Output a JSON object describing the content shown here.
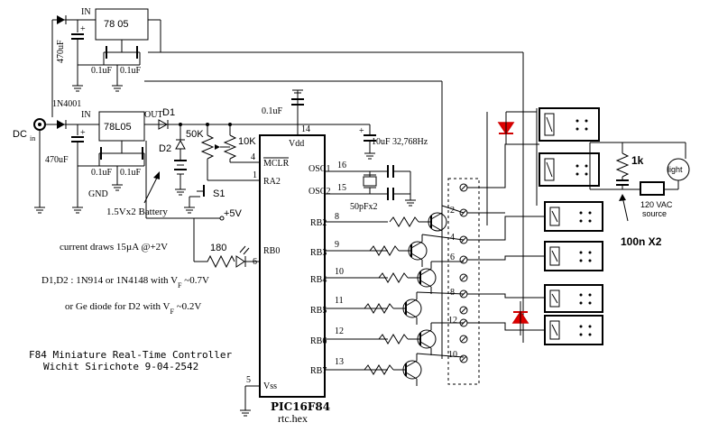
{
  "labels": {
    "reg_top": "78  05",
    "reg_bottom": "78L05",
    "in_top": "IN",
    "in_bottom": "IN",
    "out": "OUT",
    "d1": "D1",
    "d2": "D2",
    "cap_470_top": "470uF",
    "cap_470_bottom": "470uF",
    "cap_01_a": "0.1uF",
    "cap_01_b": "0.1uF",
    "cap_01_c": "0.1uF",
    "cap_01_d": "0.1uF",
    "cap_01_vdd": "0.1uF",
    "diode_1n4001": "1N4001",
    "dc_in": "DC",
    "dc_in_sub": "in",
    "gnd": "GND",
    "r50k": "50K",
    "r10k": "10K",
    "s1": "S1",
    "plus5v": "+5V",
    "r180": "180",
    "pin14": "14",
    "vdd": "Vdd",
    "pin4": "4",
    "mclr": "MCLR",
    "pin1": "1",
    "ra2": "RA2",
    "pin16": "16",
    "osc1": "OSC1",
    "pin15": "15",
    "osc2": "OSC2",
    "xtal_cap": "10uF 32,768Hz",
    "xtal_caps": "50pFx2",
    "pin8": "8",
    "rb2": "RB2",
    "pin9": "9",
    "rb3": "RB3",
    "pin10": "10",
    "rb4": "RB4",
    "pin11": "11",
    "rb5": "RB5",
    "pin12": "12",
    "rb6": "RB6",
    "pin13": "13",
    "rb7": "RB7",
    "pin6": "6",
    "rb0": "RB0",
    "pin5": "5",
    "vss": "Vss",
    "chip": "PIC16F84",
    "hex": "rtc.hex",
    "battery_note_1": "1.5Vx2 Battery",
    "battery_note_2": "current draws 15µA @+2V",
    "diode_note_1": "D1,D2 : 1N914 or 1N4148 with V",
    "diode_note_1b": "F",
    "diode_note_1c": " ~0.7V",
    "diode_note_2": "or  Ge diode for D2  with V",
    "diode_note_2b": "F",
    "diode_note_2c": " ~0.2V",
    "title_1": "F84 Miniature Real-Time Controller",
    "title_2": "Wichit Sirichote 9-04-2542",
    "r1k": "1k",
    "light": "light",
    "ac_src_1": "120 VAC",
    "ac_src_2": "source",
    "snubber": "100n X2",
    "conn_2": "2",
    "conn_4": "4",
    "conn_6": "6",
    "conn_8": "8",
    "conn_12": "12",
    "conn_10": "10"
  }
}
